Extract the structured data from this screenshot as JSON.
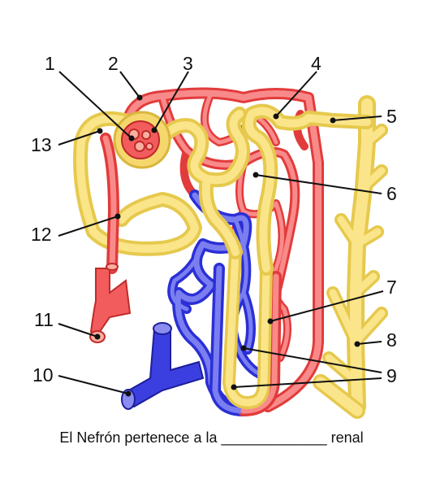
{
  "caption": "El Nefrón pertenece a la _____________ renal",
  "labels": {
    "l1": "1",
    "l2": "2",
    "l3": "3",
    "l4": "4",
    "l5": "5",
    "l6": "6",
    "l7": "7",
    "l8": "8",
    "l9": "9",
    "l10": "10",
    "l11": "11",
    "l12": "12",
    "l13": "13"
  },
  "colors": {
    "tubule": "#f5d76e",
    "arterial": "#f25c5c",
    "venous": "#3b3fe0"
  }
}
